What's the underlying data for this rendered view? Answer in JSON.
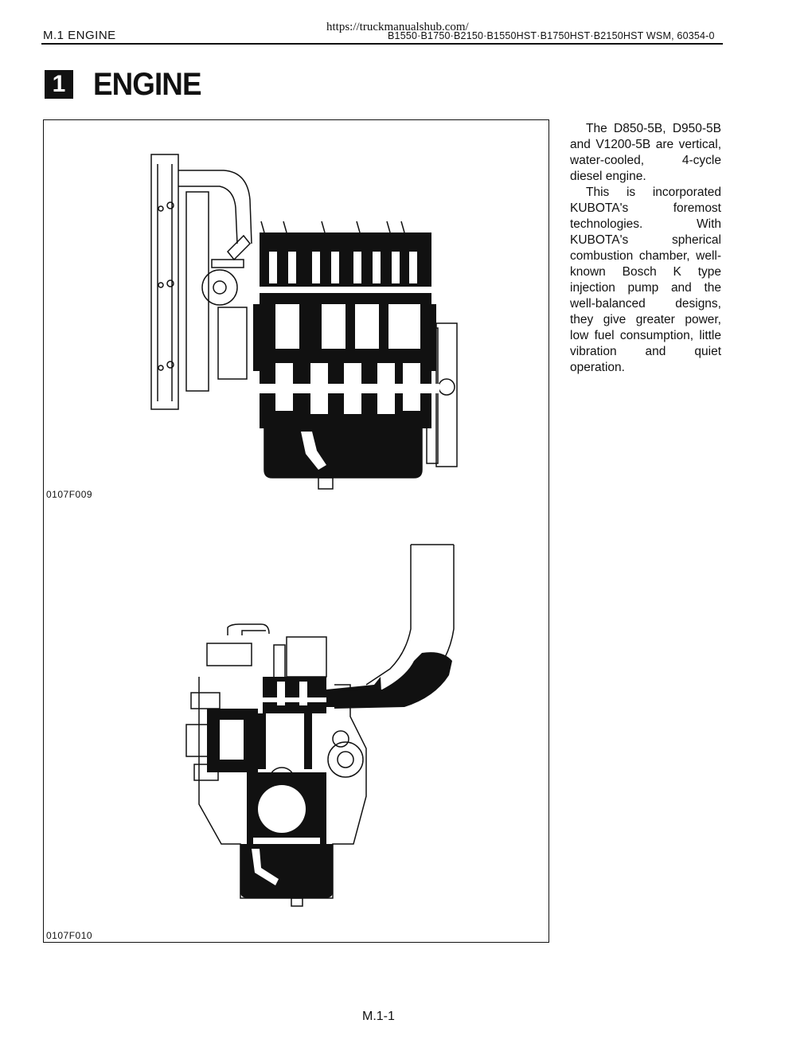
{
  "header": {
    "section": "M.1 ENGINE",
    "url": "https://truckmanualshub.com/",
    "models": "B1550·B1750·B2150·B1550HST·B1750HST·B2150HST   WSM, 60354-0"
  },
  "section_heading": {
    "number": "1",
    "title": "ENGINE"
  },
  "figures": [
    {
      "code": "0107F009",
      "icon": "engine-front-cutaway-icon"
    },
    {
      "code": "0107F010",
      "icon": "engine-side-cutaway-icon"
    }
  ],
  "description": {
    "paragraphs": [
      "The D850-5B, D950-5B and V1200-5B are vertical, water-cooled, 4-cycle diesel engine.",
      "This is incorporated KUBOTA's foremost technologies. With KUBOTA's spherical combustion chamber, well-known Bosch K type injection pump and the well-balanced designs, they give greater power, low fuel consumption, little vibration and quiet operation."
    ]
  },
  "footer": {
    "page_number": "M.1-1"
  }
}
